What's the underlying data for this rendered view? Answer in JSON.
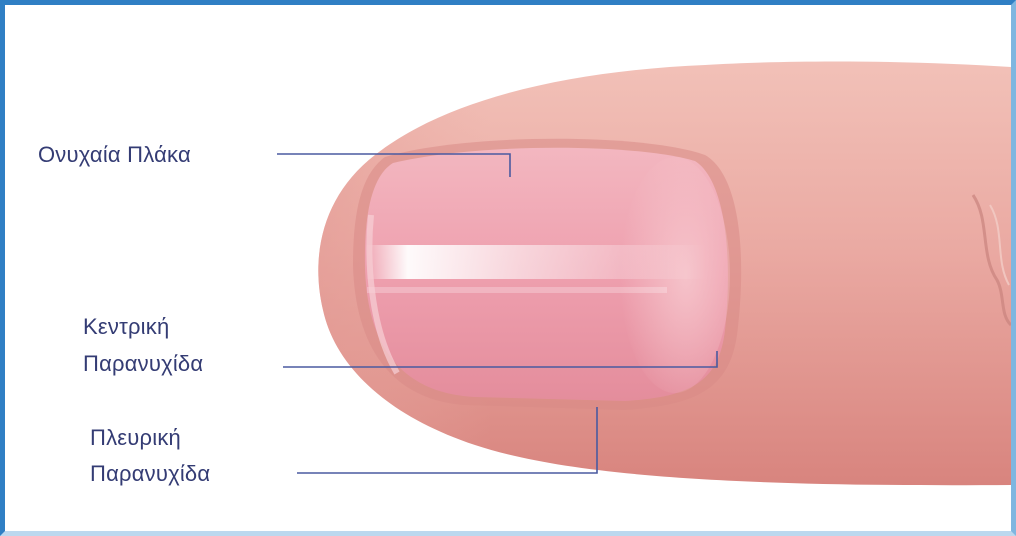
{
  "labels": {
    "nail_plate": "Ονυχαία Πλάκα",
    "central_paronychium_line1": "Κεντρική",
    "central_paronychium_line2": "Παρανυχίδα",
    "lateral_paronychium_line1": "Πλευρική",
    "lateral_paronychium_line2": "Παρανυχίδα"
  },
  "colors": {
    "frame": "#2f7fc4",
    "label_text": "#343c74",
    "leader_line": "#4a5aa0",
    "skin": "#e9a7a0",
    "nail": "#ef9fae"
  }
}
